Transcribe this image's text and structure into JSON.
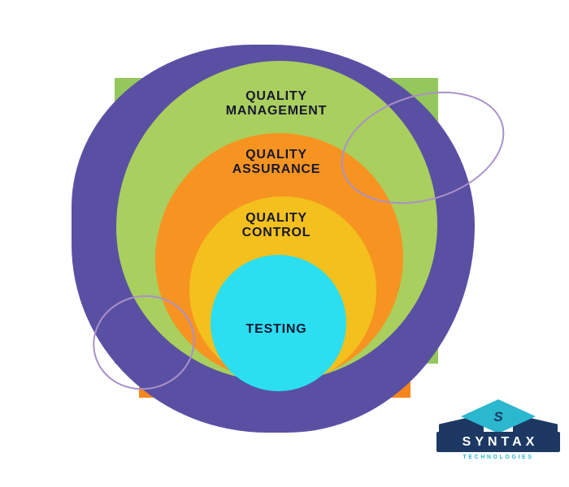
{
  "diagram": {
    "levels": [
      {
        "id": "quality-management",
        "line1": "QUALITY",
        "line2": "MANAGEMENT",
        "color": "#a9cf5e"
      },
      {
        "id": "quality-assurance",
        "line1": "QUALITY",
        "line2": "ASSURANCE",
        "color": "#f79421"
      },
      {
        "id": "quality-control",
        "line1": "QUALITY",
        "line2": "CONTROL",
        "color": "#f3c01d"
      },
      {
        "id": "testing",
        "line1": "TESTING",
        "line2": "",
        "color": "#2bdff1"
      }
    ],
    "background_shapes": {
      "blob_color": "#5a50a3",
      "square_green_color": "#94c75c",
      "square_orange_color": "#f6871d",
      "ring_color": "#aa90ca"
    },
    "label_color": "#17172f"
  },
  "logo": {
    "brand": "SYNTAX",
    "subtitle": "TECHNOLOGIES",
    "cap_letter": "S",
    "navy": "#1d3963",
    "teal": "#2bb7ce",
    "text_color": "#ffffff"
  }
}
